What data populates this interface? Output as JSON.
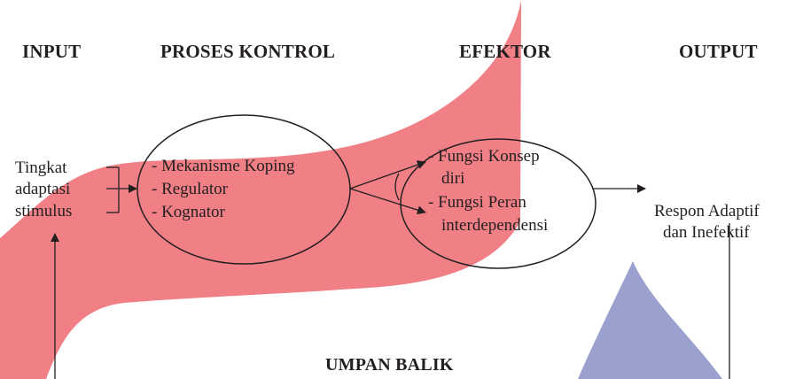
{
  "headers": {
    "input": "INPUT",
    "process": "PROSES KONTROL",
    "effector": "EFEKTOR",
    "output": "OUTPUT"
  },
  "input_lines": [
    "Tingkat",
    "adaptasi",
    "stimulus"
  ],
  "process_lines": [
    "- Mekanisme Koping",
    "- Regulator",
    "- Kognator"
  ],
  "effector_lines": [
    "- Fungsi Konsep",
    "diri",
    "- Fungsi Peran",
    "interdependensi"
  ],
  "output_lines": [
    "Respon Adaptif",
    "dan Inefektif"
  ],
  "feedback": "UMPAN BALIK",
  "colors": {
    "ribbon": "#f08086",
    "drop": "#9ba1cf",
    "line": "#231f20"
  }
}
